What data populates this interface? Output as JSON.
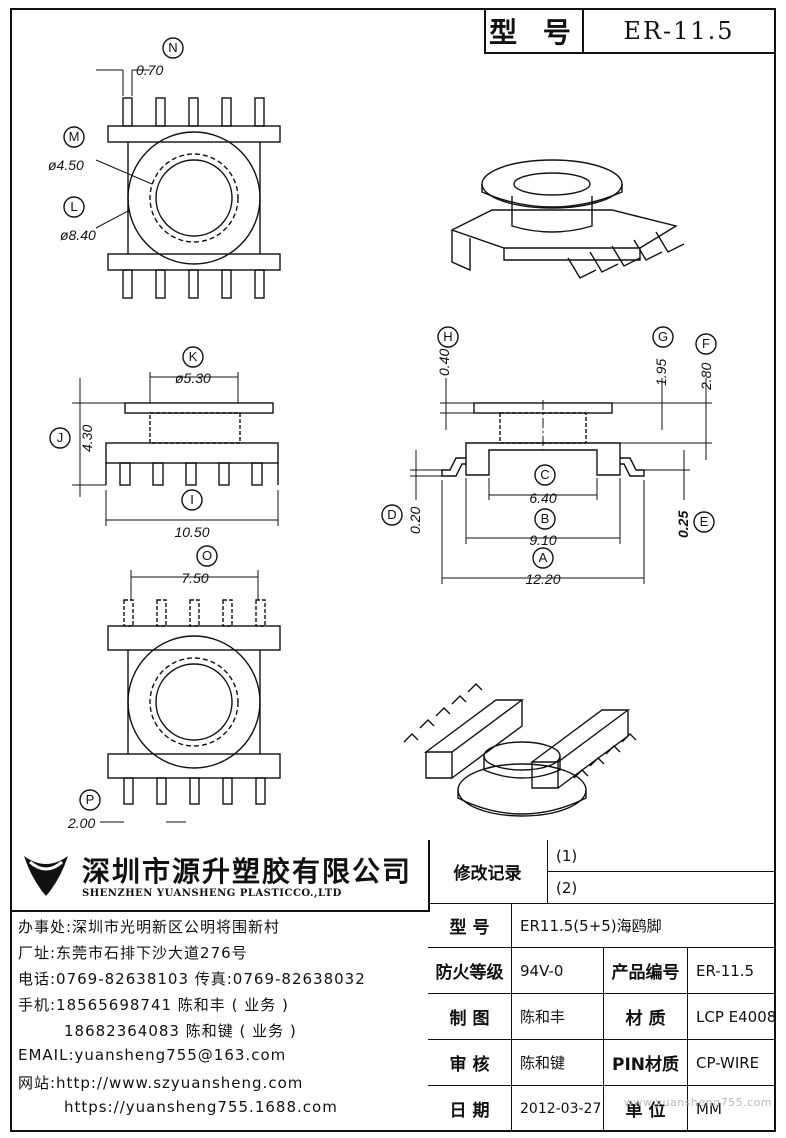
{
  "title_block": {
    "model_label": "型 号",
    "model_value": "ER-11.5"
  },
  "views": {
    "top_view": {
      "dim_N": {
        "letter": "N",
        "value": "0.70"
      },
      "dim_M": {
        "letter": "M",
        "value": "ø4.50"
      },
      "dim_L": {
        "letter": "L",
        "value": "ø8.40"
      }
    },
    "front_view": {
      "dim_K": {
        "letter": "K",
        "value": "ø5.30"
      },
      "dim_J": {
        "letter": "J",
        "value": "4.30"
      },
      "dim_I": {
        "letter": "I",
        "value": "10.50"
      }
    },
    "side_view": {
      "dim_H": {
        "letter": "H",
        "value": "0.40"
      },
      "dim_G": {
        "letter": "G",
        "value": "1.95"
      },
      "dim_F": {
        "letter": "F",
        "value": "2.80"
      },
      "dim_C": {
        "letter": "C",
        "value": "6.40"
      },
      "dim_B": {
        "letter": "B",
        "value": "9.10"
      },
      "dim_A": {
        "letter": "A",
        "value": "12.20"
      },
      "dim_D": {
        "letter": "D",
        "value": "0.20"
      },
      "dim_E": {
        "letter": "E",
        "value": "0.25"
      }
    },
    "bottom_view": {
      "dim_O": {
        "letter": "O",
        "value": "7.50"
      },
      "dim_P": {
        "letter": "P",
        "value": "2.00"
      }
    }
  },
  "company": {
    "name_cn": "深圳市源升塑胶有限公司",
    "name_en": "SHENZHEN YUANSHENG PLASTICCO.,LTD",
    "office": "办事处:深圳市光明新区公明将围新村",
    "factory": "厂址:东莞市石排下沙大道276号",
    "phone": "电话:0769-82638103 传真:0769-82638032",
    "mobile1": "手机:18565698741 陈和丰 ( 业务 )",
    "mobile2": "18682364083 陈和键 ( 业务 )",
    "email": "EMAIL:yuansheng755@163.com",
    "web1": "网站:http://www.szyuansheng.com",
    "web2": "https://yuansheng755.1688.com"
  },
  "info_table": {
    "revision_label": "修改记录",
    "rev1": "(1)",
    "rev2": "(2)",
    "type_label": "型 号",
    "type_value": "ER11.5(5+5)海鸥脚",
    "fire_label": "防火等级",
    "fire_value": "94V-0",
    "product_no_label": "产品编号",
    "product_no_value": "ER-11.5",
    "drawn_label": "制 图",
    "drawn_value": "陈和丰",
    "material_label": "材 质",
    "material_value": "LCP E4008",
    "check_label": "审 核",
    "check_value": "陈和键",
    "pin_label": "PIN材质",
    "pin_value": "CP-WIRE",
    "date_label": "日 期",
    "date_value": "2012-03-27",
    "unit_label": "单 位",
    "unit_value": "MM"
  },
  "watermark": "www.yuansheng755.com"
}
